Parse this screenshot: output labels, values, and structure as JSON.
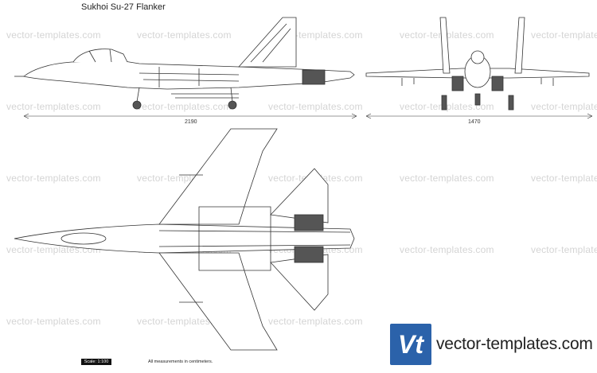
{
  "title": "Sukhoi Su-27 Flanker",
  "watermark": "vector-templates.com",
  "dimensions": {
    "length": "2190",
    "span": "1470"
  },
  "scale_label": "Scale: 1:100",
  "measurement_note": "All measurements in centimeters.",
  "logo": {
    "mark": "Vt",
    "text": "vector-templates.com",
    "color": "#2b62aa"
  }
}
